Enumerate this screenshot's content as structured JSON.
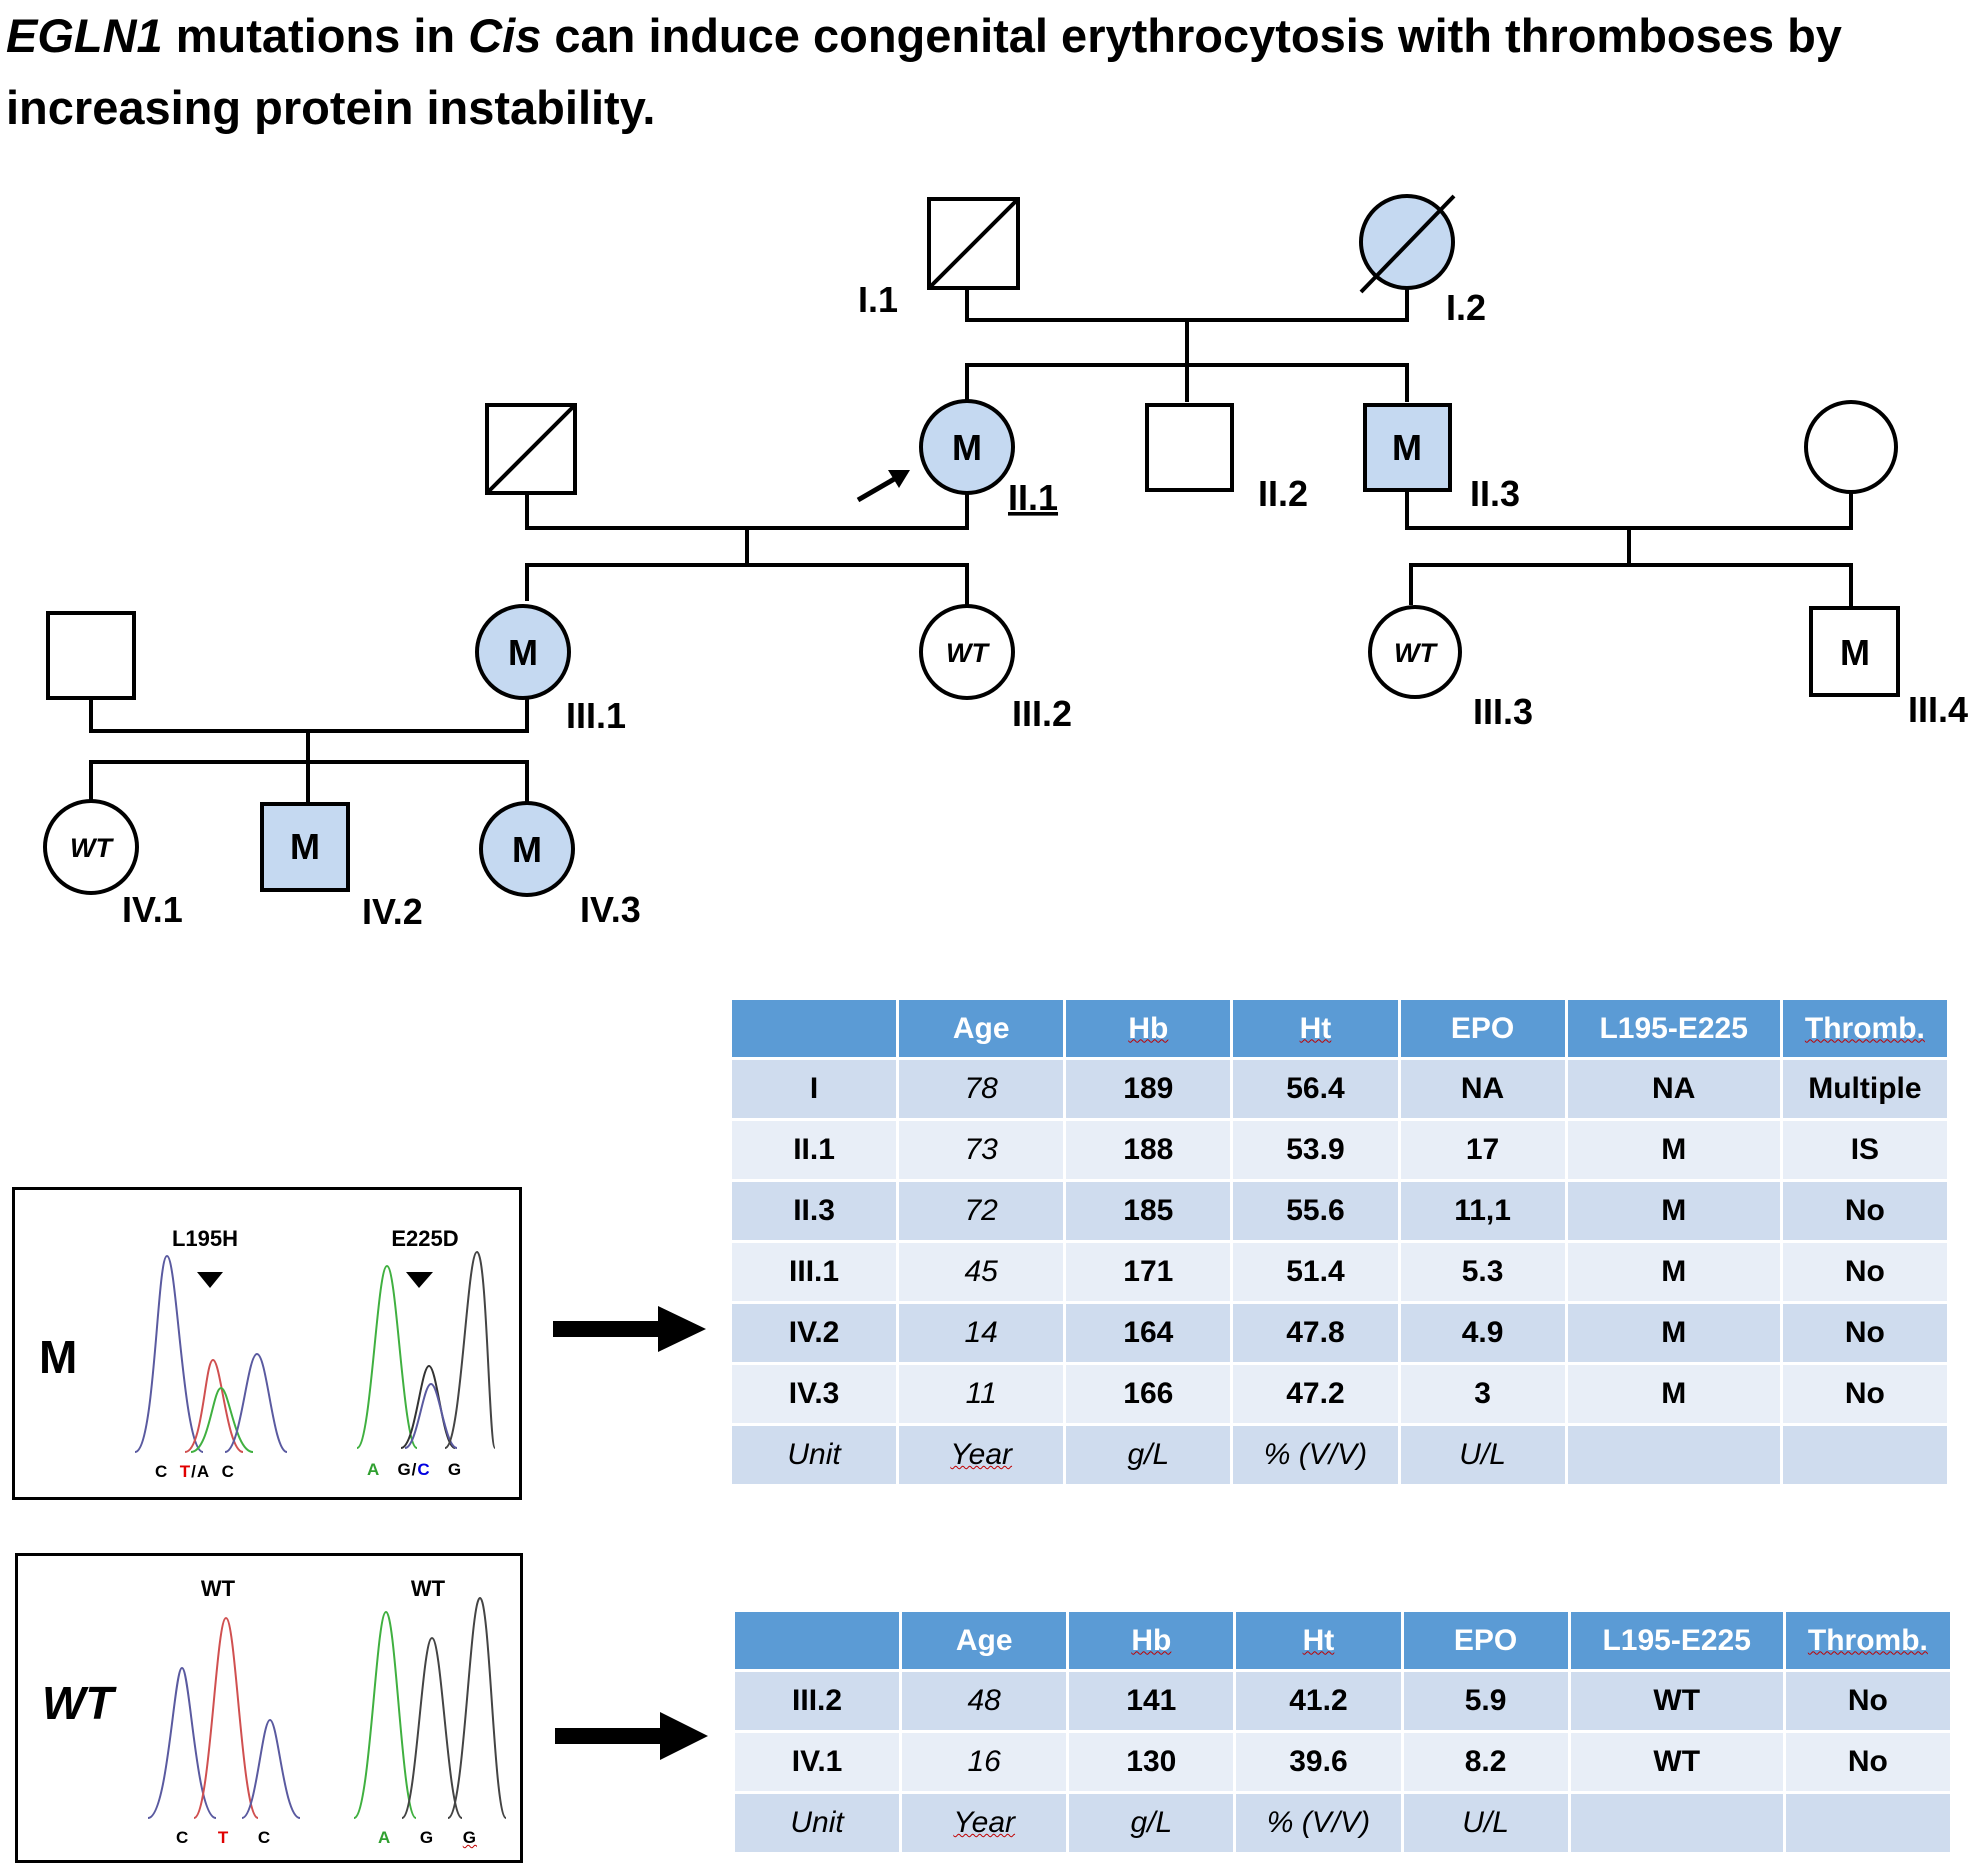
{
  "title": {
    "gene": "EGLN1",
    "part1": " mutations in ",
    "cis": "Cis",
    "part2": " can induce congenital erythrocytosis with thromboses by increasing protein instability."
  },
  "pedigree": {
    "fill_affected": "#c5d9f1",
    "labels": {
      "I1": "I.1",
      "I2": "I.2",
      "II1": "II.1",
      "II2": "II.2",
      "II3": "II.3",
      "III1": "III.1",
      "III2": "III.2",
      "III3": "III.3",
      "III4": "III.4",
      "IV1": "IV.1",
      "IV2": "IV.2",
      "IV3": "IV.3"
    },
    "genotypes": {
      "II1": "M",
      "II3": "M",
      "III1": "M",
      "III2": "WT",
      "III3": "WT",
      "III4": "M",
      "IV1": "WT",
      "IV2": "M",
      "IV3": "M"
    }
  },
  "panel_m": {
    "letter": "M",
    "label_left": "L195H",
    "label_right": "E225D",
    "bases_left": [
      "C",
      "T",
      "/A",
      "C"
    ],
    "bases_right": [
      "A",
      "G/",
      "C",
      "G"
    ]
  },
  "panel_wt": {
    "letter": "WT",
    "label_left": "WT",
    "label_right": "WT",
    "bases_left": [
      "C",
      "T",
      "C"
    ],
    "bases_right": [
      "A",
      "G",
      "G"
    ]
  },
  "table_headers": [
    "",
    "Age",
    "Hb",
    "Ht",
    "EPO",
    "L195-E225",
    "Thromb."
  ],
  "table_m": {
    "rows": [
      [
        "I",
        "78",
        "189",
        "56.4",
        "NA",
        "NA",
        "Multiple"
      ],
      [
        "II.1",
        "73",
        "188",
        "53.9",
        "17",
        "M",
        "IS"
      ],
      [
        "II.3",
        "72",
        "185",
        "55.6",
        "11,1",
        "M",
        "No"
      ],
      [
        "III.1",
        "45",
        "171",
        "51.4",
        "5.3",
        "M",
        "No"
      ],
      [
        "IV.2",
        "14",
        "164",
        "47.8",
        "4.9",
        "M",
        "No"
      ],
      [
        "IV.3",
        "11",
        "166",
        "47.2",
        "3",
        "M",
        "No"
      ]
    ],
    "unit": [
      "Unit",
      "Year",
      "g/L",
      "% (V/V)",
      "U/L",
      "",
      ""
    ]
  },
  "table_wt": {
    "rows": [
      [
        "III.2",
        "48",
        "141",
        "41.2",
        "5.9",
        "WT",
        "No"
      ],
      [
        "IV.1",
        "16",
        "130",
        "39.6",
        "8.2",
        "WT",
        "No"
      ]
    ],
    "unit": [
      "Unit",
      "Year",
      "g/L",
      "% (V/V)",
      "U/L",
      "",
      ""
    ]
  }
}
